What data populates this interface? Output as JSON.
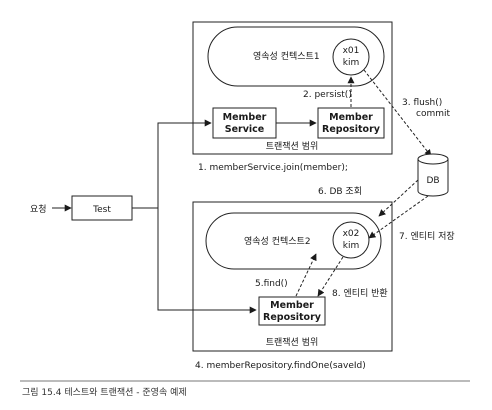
{
  "labels": {
    "request": "요청",
    "test": "Test",
    "member_service_line1": "Member",
    "member_service_line2": "Service",
    "member_repo_line1": "Member",
    "member_repo_line2": "Repository",
    "pc1": "영속성 컨텍스트1",
    "pc2": "영속성 컨텍스트2",
    "entity1_id": "x01",
    "entity1_name": "kim",
    "entity2_id": "x02",
    "entity2_name": "kim",
    "tx_scope": "트랜잭션 범위",
    "db": "DB",
    "step1": "1. memberService.join(member);",
    "step2": "2. persist()",
    "step3_line1": "3. flush()",
    "step3_line2": "commit",
    "step4": "4. memberRepository.findOne(saveId)",
    "step5": "5.find()",
    "step6": "6. DB 조회",
    "step7": "7. 엔티티 저장",
    "step8": "8. 엔티티 반환"
  },
  "caption": "그림 15.4 테스트와 트랜잭션 - 준영속 예제"
}
